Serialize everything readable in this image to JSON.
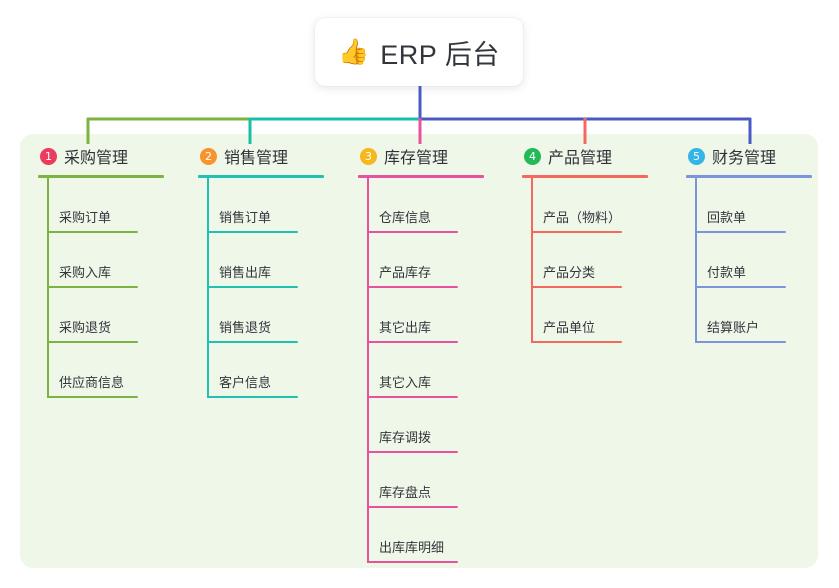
{
  "root": {
    "icon": "thumbs-up-icon",
    "emoji": "👍",
    "title": "ERP 后台"
  },
  "palette": {
    "panel_bg": "#eff7e9",
    "page_bg": "#ffffff",
    "text": "#33363c",
    "root_stem": "#4a5ac4",
    "trunk_left": "#7cb342",
    "trunk_mid": "#17bfa8",
    "trunk_right": "#4a5ac4"
  },
  "columns": [
    {
      "index": "1",
      "title": "采购管理",
      "badge_color": "#ec3b5e",
      "line_color": "#7cb342",
      "items": [
        {
          "label": "采购订单"
        },
        {
          "label": "采购入库"
        },
        {
          "label": "采购退货"
        },
        {
          "label": "供应商信息"
        }
      ]
    },
    {
      "index": "2",
      "title": "销售管理",
      "badge_color": "#f7942e",
      "line_color": "#21c0b0",
      "items": [
        {
          "label": "销售订单"
        },
        {
          "label": "销售出库"
        },
        {
          "label": "销售退货"
        },
        {
          "label": "客户信息"
        }
      ]
    },
    {
      "index": "3",
      "title": "库存管理",
      "badge_color": "#f6b81c",
      "line_color": "#e8519c",
      "items": [
        {
          "label": "仓库信息"
        },
        {
          "label": "产品库存"
        },
        {
          "label": "其它出库"
        },
        {
          "label": "其它入库"
        },
        {
          "label": "库存调拨"
        },
        {
          "label": "库存盘点"
        },
        {
          "label": "出库库明细"
        }
      ]
    },
    {
      "index": "4",
      "title": "产品管理",
      "badge_color": "#23b858",
      "line_color": "#f4695e",
      "items": [
        {
          "label": "产品（物料）"
        },
        {
          "label": "产品分类"
        },
        {
          "label": "产品单位"
        }
      ]
    },
    {
      "index": "5",
      "title": "财务管理",
      "badge_color": "#33b5e5",
      "line_color": "#7b94db",
      "items": [
        {
          "label": "回款单"
        },
        {
          "label": "付款单"
        },
        {
          "label": "结算账户"
        }
      ]
    }
  ]
}
